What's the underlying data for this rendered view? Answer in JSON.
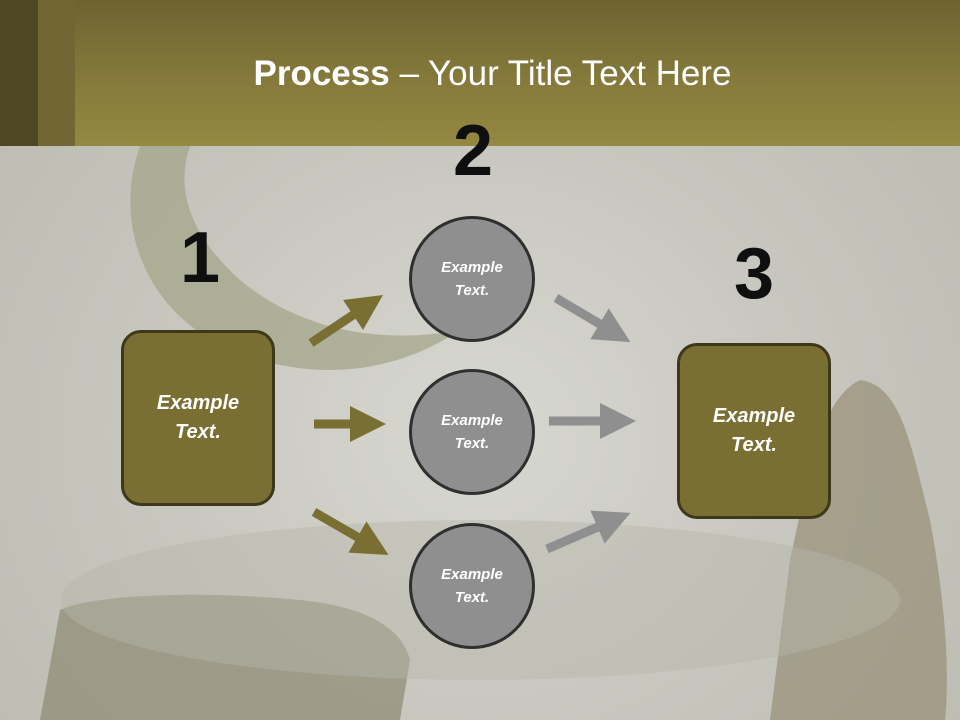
{
  "title": {
    "bold": "Process",
    "rest": " – Your Title Text Here"
  },
  "steps": {
    "one": "1",
    "two": "2",
    "three": "3"
  },
  "left_box": {
    "text": "Example Text."
  },
  "right_box": {
    "text": "Example Text."
  },
  "circles": [
    {
      "text": "Example Text."
    },
    {
      "text": "Example Text."
    },
    {
      "text": "Example Text."
    }
  ],
  "colors": {
    "header": "#857a3b",
    "box_fill": "#7a6f33",
    "circle_fill": "#8f8f8f",
    "arrow_olive": "#7a6f33",
    "arrow_gray": "#8f8f8f"
  }
}
